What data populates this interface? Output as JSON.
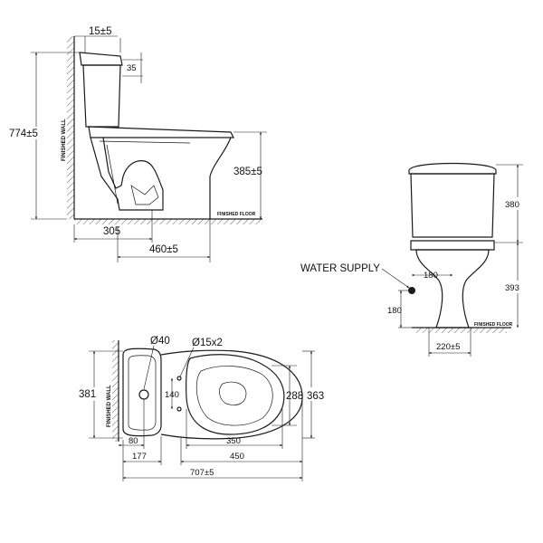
{
  "labels": {
    "finished_wall": "FINISHED WALL",
    "finished_floor": "FINISHED FLOOR",
    "water_supply": "WATER SUPPLY"
  },
  "side_view": {
    "top_offset": "15±5",
    "lid_thickness": "35",
    "overall_height": "774±5",
    "seat_height": "385±5",
    "outlet_distance": "305",
    "depth": "460±5"
  },
  "front_view": {
    "tank_height": "380",
    "bowl_height": "393",
    "supply_offset": "180",
    "supply_height": "180",
    "base_width": "220±5"
  },
  "plan_view": {
    "hole_diameter": "Ø40",
    "fixing_holes": "Ø15x2",
    "overall_width": "381",
    "fixing_spacing": "140",
    "bowl_inner_width": "288",
    "bowl_outer_width": "363",
    "wall_offset": "80",
    "tank_depth": "177",
    "bowl_inner_length": "350",
    "bowl_length": "450",
    "overall_length": "707±5"
  }
}
